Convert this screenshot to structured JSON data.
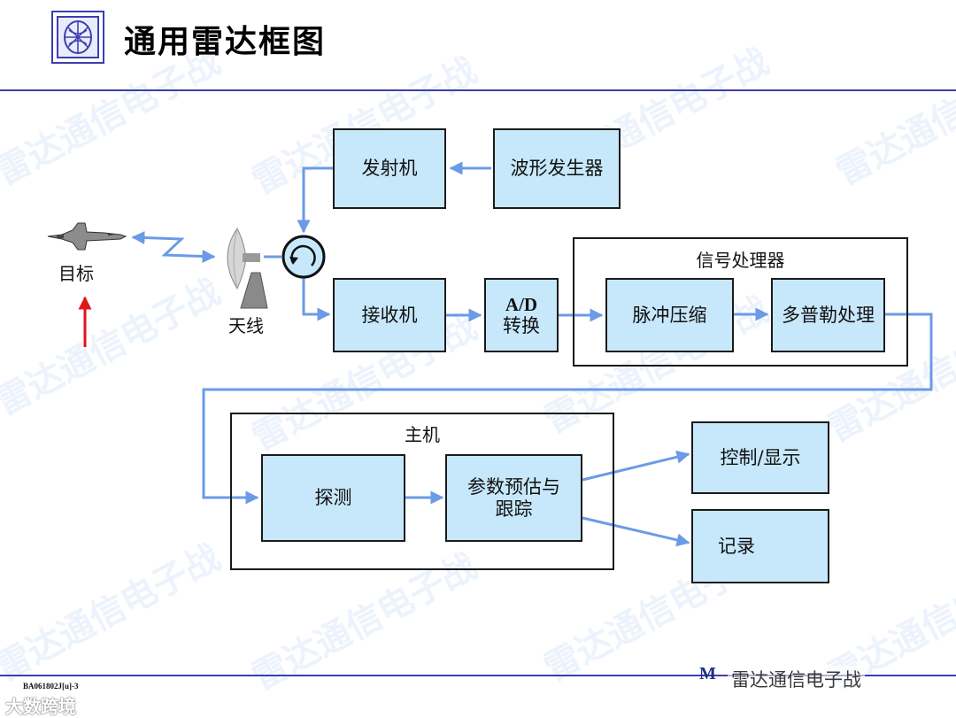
{
  "slide": {
    "title": "通用雷达框图"
  },
  "watermark_text": "雷达通信电子战",
  "labels": {
    "target": "目标",
    "antenna": "天线"
  },
  "blocks": {
    "transmitter": "发射机",
    "waveform_generator": "波形发生器",
    "receiver": "接收机",
    "ad_line1": "A/D",
    "ad_line2": "转换",
    "pulse_compression": "脉冲压缩",
    "doppler_processing": "多普勒处理",
    "detection": "探测",
    "estimation_line1": "参数预估与",
    "estimation_line2": "跟踪",
    "control_display": "控制/显示",
    "record": "记录"
  },
  "groups": {
    "signal_processor": "信号处理器",
    "host": "主机"
  },
  "footer": {
    "code": "BA061802J[u]-3",
    "left_logo": "大数跨境",
    "brand": "M",
    "wechat": "雷达通信电子战"
  },
  "colors": {
    "box_fill": "#c7e8fb",
    "arrow": "#6b9be6",
    "rule": "#3b3fae",
    "target_arrow": "#e0151b"
  }
}
